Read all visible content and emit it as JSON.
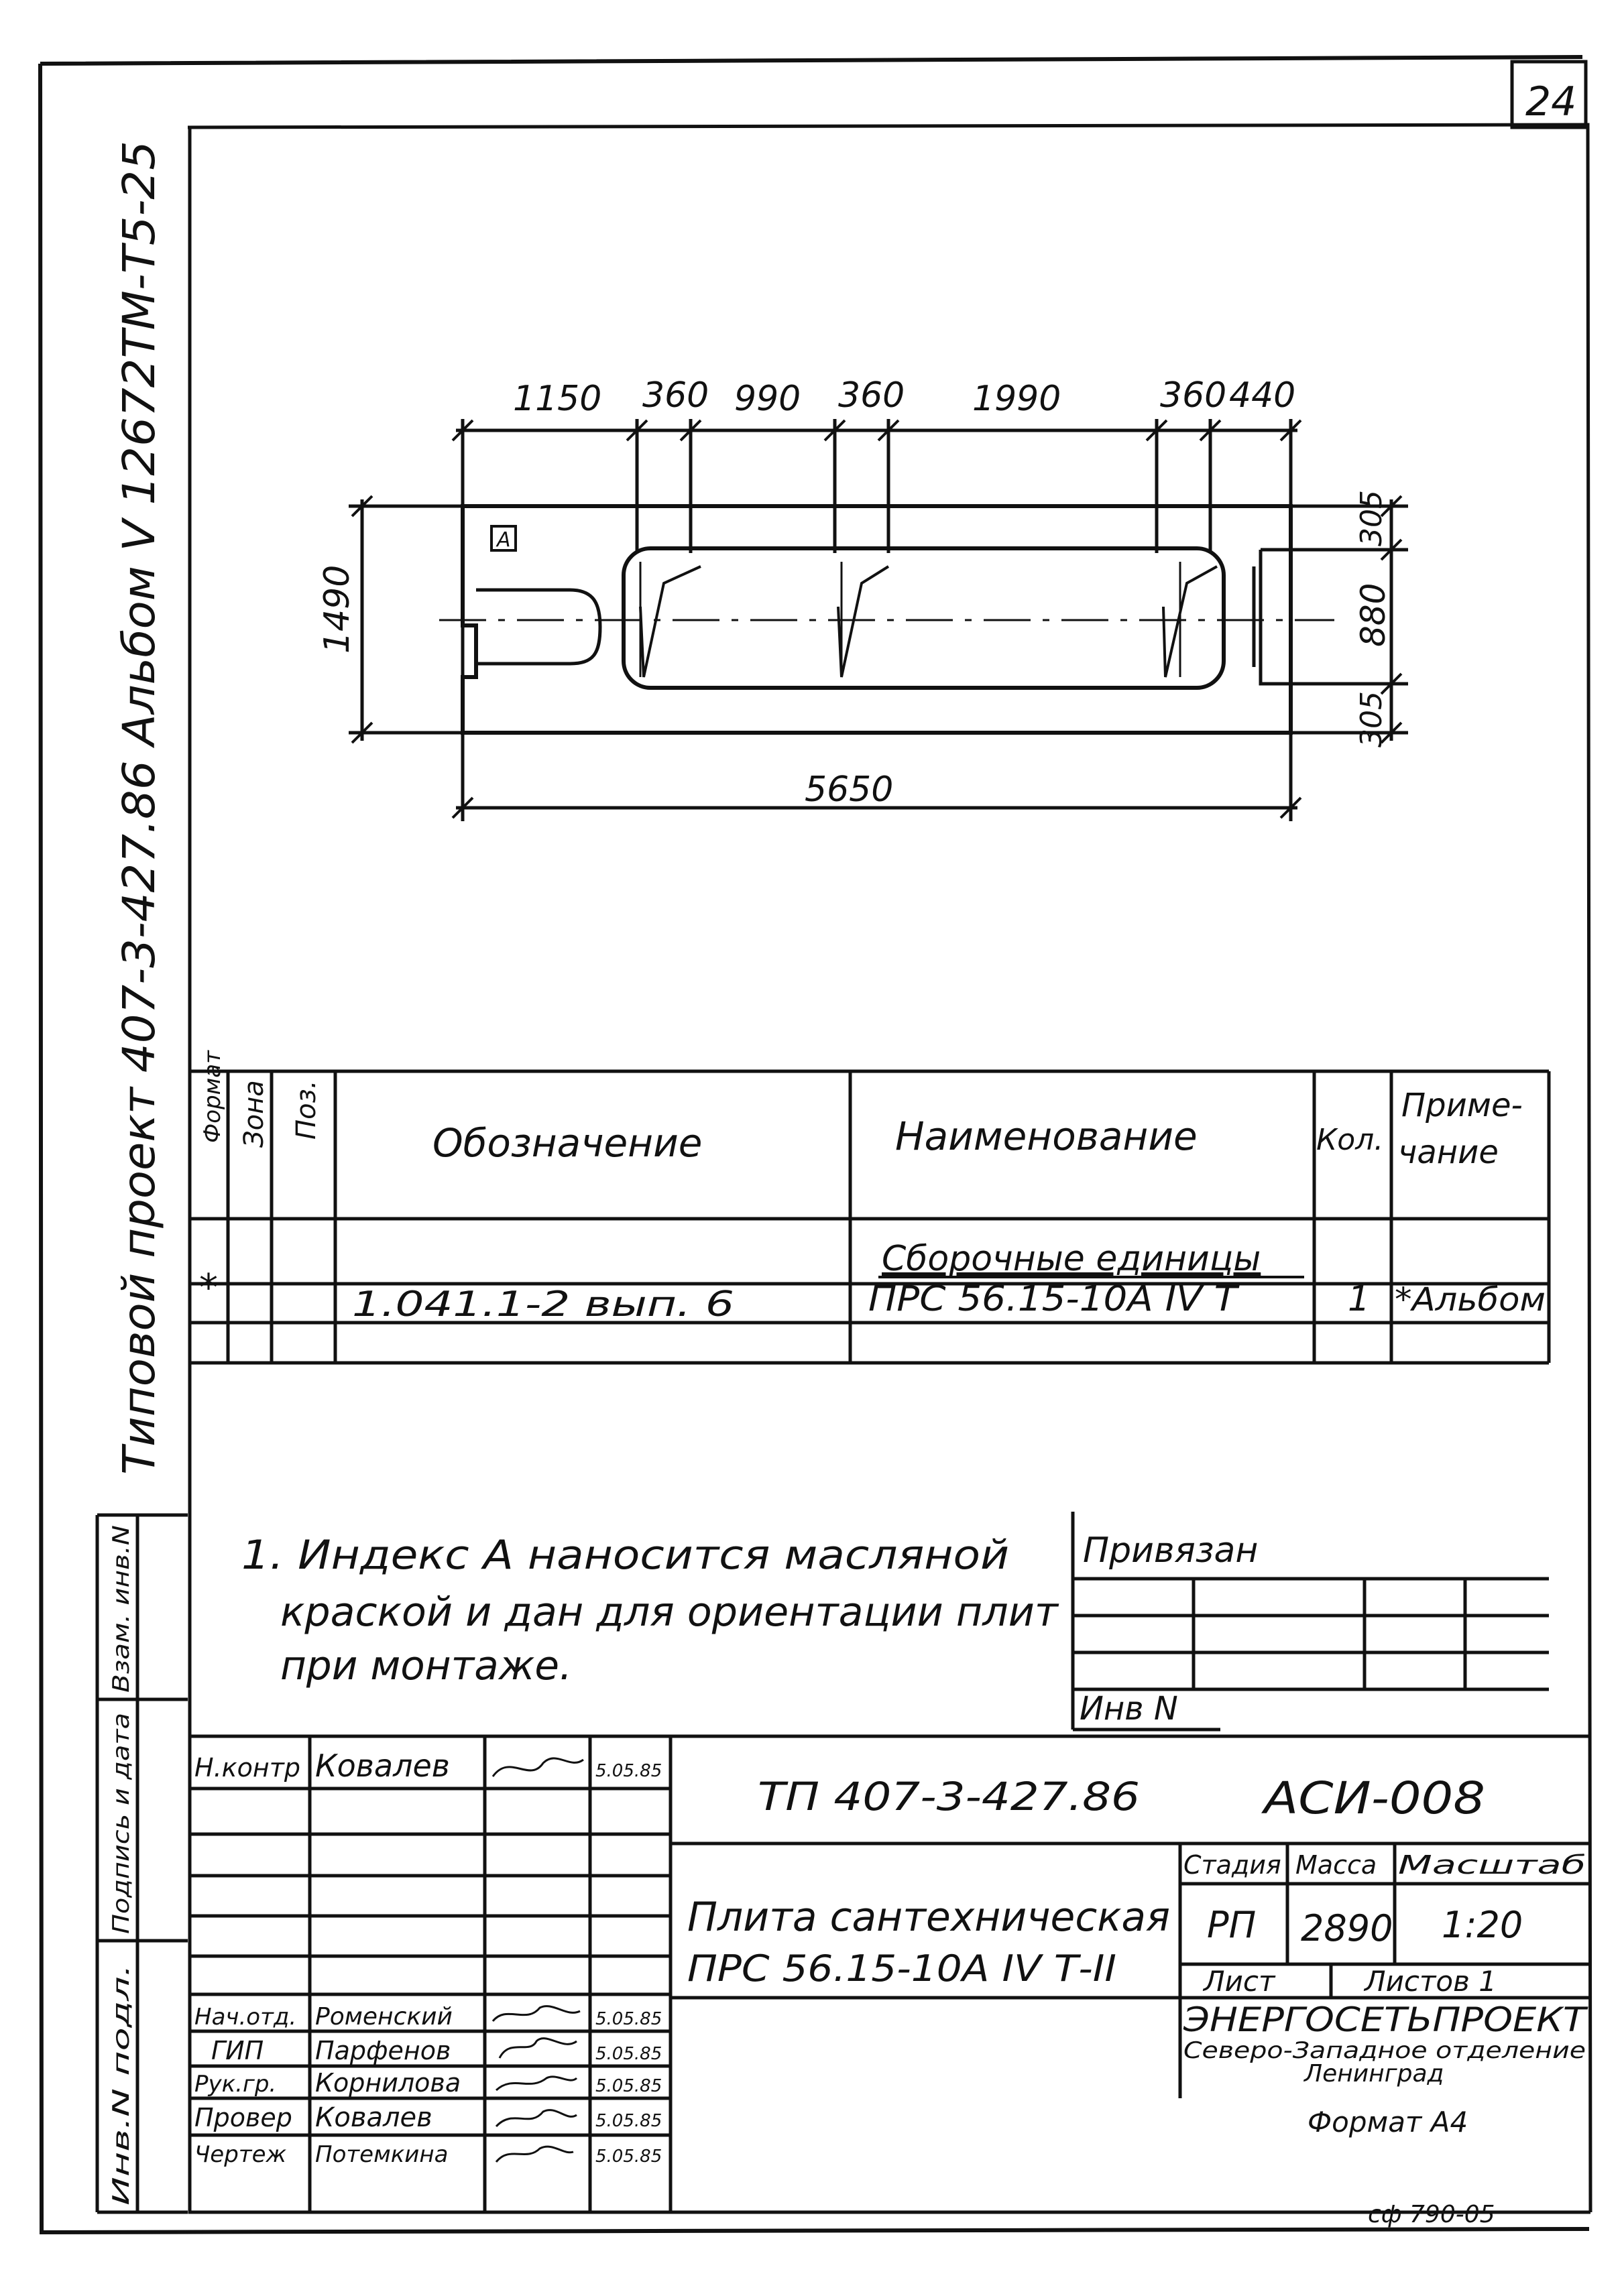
{
  "sheet": {
    "page_number": "24",
    "vertical_left": "Типовой проект 407-3-427.86 Альбом V 12672ТМ-Т5-25",
    "vertical_stamp": [
      "Инв.N подл.",
      "Подпись и дата",
      "Взам. инв.N"
    ]
  },
  "drawing": {
    "marker": "А",
    "dims_top": [
      "1150",
      "360",
      "990",
      "360",
      "1990",
      "360",
      "440"
    ],
    "dim_height": "1490",
    "dims_right": [
      "305",
      "880",
      "305"
    ],
    "dim_length": "5650"
  },
  "spec": {
    "headers": {
      "format": "Формат",
      "zone": "Зона",
      "pos": "Поз.",
      "designation": "Обозначение",
      "name": "Наименование",
      "qty": "Кол.",
      "note": "Приме- чание"
    },
    "section": "Сборочные единицы",
    "row": {
      "format": "*",
      "designation": "1.041.1-2 вып. 6",
      "name": "ПРС 56.15-10А IV Т",
      "qty": "1",
      "note": "*Альбом"
    }
  },
  "notes": {
    "line1": "1. Индекс А наносится масляной",
    "line2": "краской и дан для ориентации плит",
    "line3": "при монтаже."
  },
  "binding": {
    "title": "Привязан",
    "inv": "Инв N"
  },
  "title_block": {
    "doc_code": "ТП 407-3-427.86",
    "sheet_code": "АСИ-008",
    "title_line1": "Плита сантехническая",
    "title_line2": "ПРС 56.15-10А IV Т-II",
    "stage_h": "Стадия",
    "mass_h": "Масса",
    "scale_h": "Масштаб",
    "stage": "РП",
    "mass": "2890",
    "scale": "1:20",
    "sheet_h": "Лист",
    "sheets_h": "Листов 1",
    "org1": "ЭНЕРГОСЕТЬПРОЕКТ",
    "org2": "Северо-Западное отделение",
    "org3": "Ленинград",
    "signatures": [
      {
        "role": "Н.контр",
        "name": "Ковалев",
        "date": "5.05.85"
      },
      {
        "role": "Нач.отд.",
        "name": "Роменский",
        "date": "5.05.85"
      },
      {
        "role": "ГИП",
        "name": "Парфенов",
        "date": "5.05.85"
      },
      {
        "role": "Рук.гр.",
        "name": "Корнилова",
        "date": "5.05.85"
      },
      {
        "role": "Провер",
        "name": "Ковалев",
        "date": "5.05.85"
      },
      {
        "role": "Чертеж",
        "name": "Потемкина",
        "date": "5.05.85"
      }
    ]
  },
  "footer": {
    "format": "Формат А4",
    "code": "сф 790-05"
  }
}
